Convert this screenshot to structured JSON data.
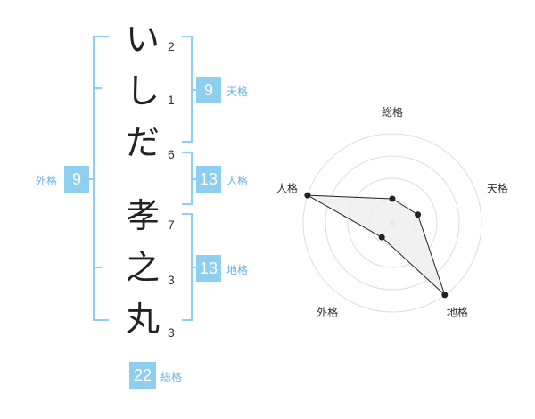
{
  "characters": [
    {
      "char": "い",
      "strokes": "2"
    },
    {
      "char": "し",
      "strokes": "1"
    },
    {
      "char": "だ",
      "strokes": "6"
    },
    {
      "char": "孝",
      "strokes": "7"
    },
    {
      "char": "之",
      "strokes": "3"
    },
    {
      "char": "丸",
      "strokes": "3"
    }
  ],
  "kaku": {
    "tenkaku": {
      "value": "9",
      "label": "天格"
    },
    "jinkaku": {
      "value": "13",
      "label": "人格"
    },
    "chikaku": {
      "value": "13",
      "label": "地格"
    },
    "gaikaku": {
      "value": "9",
      "label": "外格"
    },
    "soukaku": {
      "value": "22",
      "label": "総格"
    }
  },
  "colors": {
    "accent": "#8ecfef",
    "accent_text": "#6ab4e0",
    "radar_fill": "#eeeeee",
    "radar_line": "#222222",
    "radar_grid": "#dddddd"
  },
  "chart_data": {
    "type": "radar",
    "axes": [
      "総格",
      "天格",
      "地格",
      "外格",
      "人格"
    ],
    "levels": 4,
    "values": [
      0.27,
      0.3,
      1.0,
      0.2,
      1.0
    ]
  }
}
